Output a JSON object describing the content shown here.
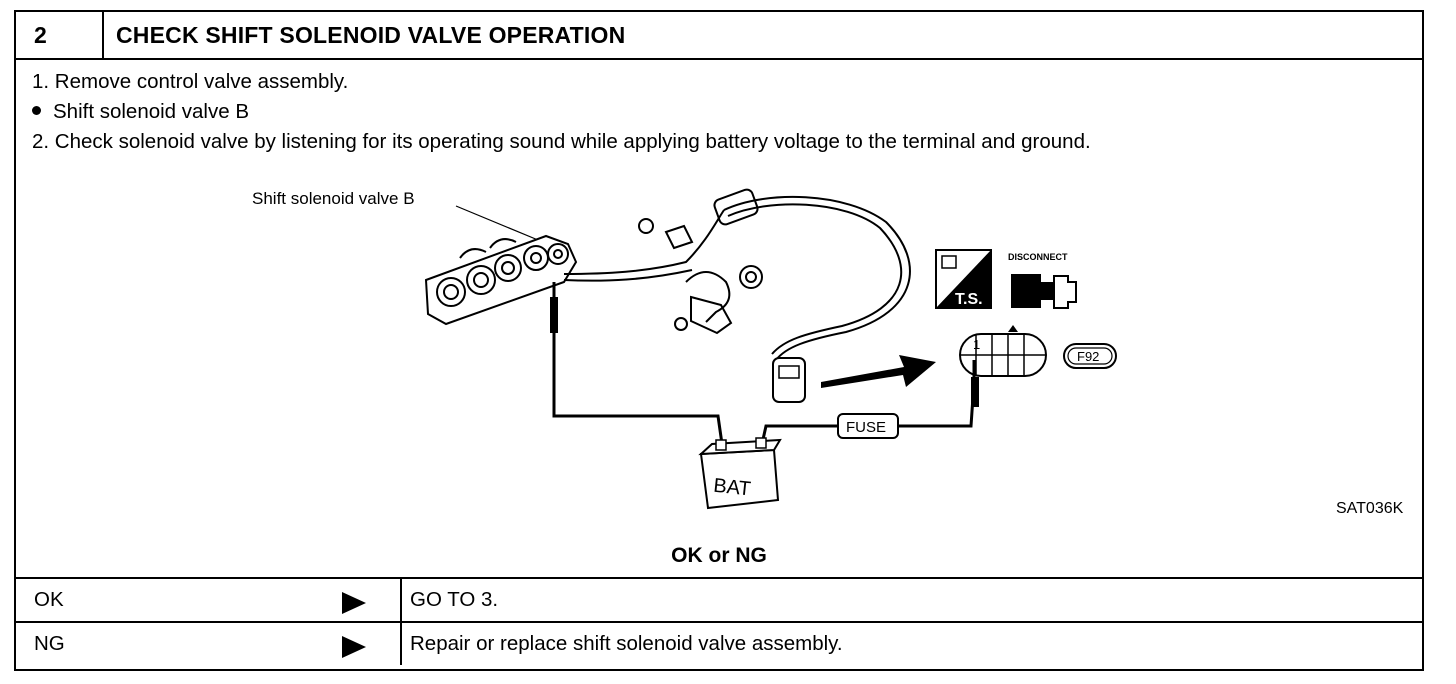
{
  "header": {
    "step_number": "2",
    "title": "CHECK SHIFT SOLENOID VALVE OPERATION"
  },
  "instructions": {
    "step1": "1.  Remove control valve assembly.",
    "bullet1": "Shift solenoid valve B",
    "step2": "2.  Check solenoid valve by listening for its operating sound while applying battery voltage to the terminal and ground."
  },
  "diagram": {
    "callout": "Shift solenoid valve B",
    "fuse_label": "FUSE",
    "battery_label": "BAT",
    "ts_label": "T.S.",
    "disconnect_label": "DISCONNECT",
    "connector_code": "F92",
    "terminal_number": "1",
    "figure_id": "SAT036K"
  },
  "result": {
    "label": "OK or NG",
    "rows": [
      {
        "condition": "OK",
        "action": "GO TO 3."
      },
      {
        "condition": "NG",
        "action": "Repair or replace shift solenoid valve assembly."
      }
    ]
  }
}
